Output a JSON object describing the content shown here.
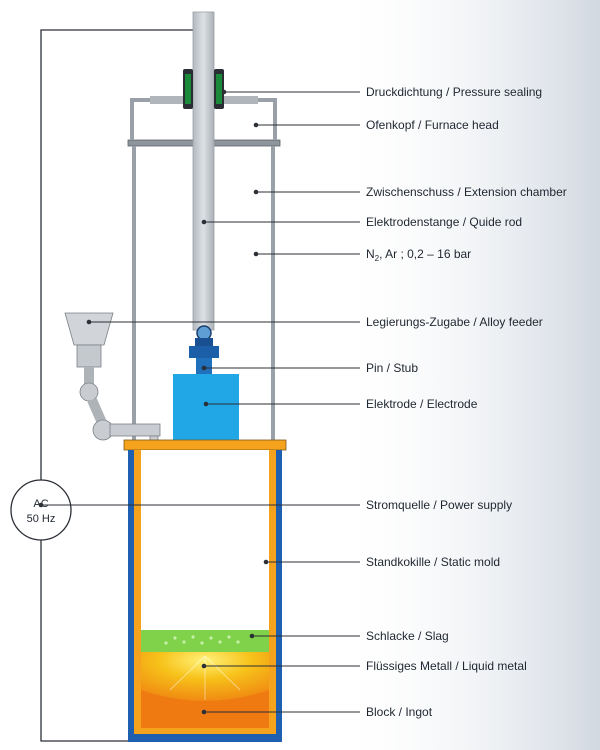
{
  "labels": {
    "pressure_sealing": "Druckdichtung / Pressure sealing",
    "furnace_head": "Ofenkopf / Furnace head",
    "extension_chamber": "Zwischenschuss / Extension chamber",
    "guide_rod": "Elektrodenstange / Quide rod",
    "gas_main": "N",
    "gas_sub": "2",
    "gas_rest": ", Ar ; 0,2 – 16 bar",
    "alloy_feeder": "Legierungs-Zugabe / Alloy feeder",
    "stub": "Pin / Stub",
    "electrode": "Elektrode / Electrode",
    "power_supply": "Stromquelle / Power supply",
    "static_mold": "Standkokille / Static mold",
    "slag": "Schlacke / Slag",
    "liquid_metal": "Flüssiges Metall / Liquid metal",
    "ingot": "Block / Ingot"
  },
  "power_source": {
    "line1": "AC",
    "line2": "50 Hz"
  },
  "colors": {
    "line": "#2b2f36",
    "chamber_wall": "#9aa0a8",
    "rod": "#c4c9ce",
    "seal": "#1a8a3a",
    "stub": "#1a5fa8",
    "electrode": "#21a7e6",
    "mold_outer": "#1f5fb0",
    "mold_inner": "#f5a21c",
    "slag": "#7fd24a",
    "liquid_metal": "#f7c21a",
    "ingot": "#f07a12",
    "feeder": "#c9cdd2"
  }
}
